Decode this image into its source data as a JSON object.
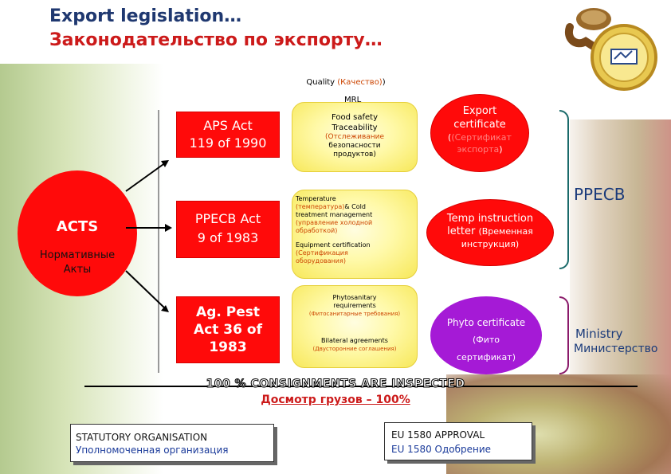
{
  "title": {
    "en": "Export legislation…",
    "ru": "Законодательство по экспорту…"
  },
  "top_labels": {
    "quality": "Quality",
    "quality_ru": "(Качество)",
    "quality_close": ")",
    "mrl": "MRL"
  },
  "acts": {
    "en": "ACTS",
    "ru_line1": "Нормативные",
    "ru_line2": "Акты"
  },
  "legislation": [
    {
      "line1": "APS Act",
      "line2": "119 of 1990"
    },
    {
      "line1": "PPECB Act",
      "line2": "9 of 1983"
    },
    {
      "line1": "Ag. Pest",
      "line2": "Act 36 of",
      "line3": "1983"
    }
  ],
  "food_safety": {
    "line1": "Food safety",
    "line2": "Traceability",
    "ru1": "(Отслеживание",
    "ru2": "безопасности",
    "ru3": "продуктов",
    "ru_close": ")"
  },
  "temperature": {
    "line1": "Temperature",
    "ru1": "(температура)",
    "line2": "& Cold",
    "line3": "treatment management",
    "ru2": "(управление холодной",
    "ru3": "обработкой)",
    "line4": "Equipment certification",
    "ru4": "(Сертификация",
    "ru5": "оборудования)"
  },
  "phyto": {
    "line1": "Phytosanitary",
    "line2": "requirements",
    "ru1": "(Фитосанитарные требования)",
    "line3": "Bilateral agreements",
    "ru2": "(Двусторонние соглашения)"
  },
  "export_certificate": {
    "line1": "Export",
    "line2": "certificate",
    "ru1": "(Сертификат",
    "ru2": "экспорта",
    "ru_close": ")"
  },
  "temp_instruction": {
    "line1": "Temp instruction",
    "line2": "letter",
    "ru1": "(Временная",
    "ru2": "инструкция)"
  },
  "phyto_certificate": {
    "line1": "Phyto certificate",
    "ru1": "(Фито",
    "ru2": "сертификат)"
  },
  "ppecb": "PPECB",
  "ministry": {
    "en": "Ministry",
    "ru": "Министерство"
  },
  "inspected": {
    "en": "100 % CONSIGNMENTS ARE INSPECTED",
    "ru": "Досмотр грузов – 100%"
  },
  "statutory": {
    "en": "STATUTORY ORGANISATION",
    "ru": "Уполномоченная организация"
  },
  "eu": {
    "en": "EU 1580 APPROVAL",
    "ru": "EU 1580 Одобрение"
  },
  "colors": {
    "title_blue": "#1f3870",
    "title_red": "#cc1a1a",
    "act_red": "#ff0a0a",
    "purple": "#a51ad6",
    "yellow": "#fff9a8",
    "teal": "#1a6a6a",
    "magenta": "#8a1a6a"
  },
  "icons": [
    "stamp-seal-icon",
    "arrow-icon"
  ]
}
